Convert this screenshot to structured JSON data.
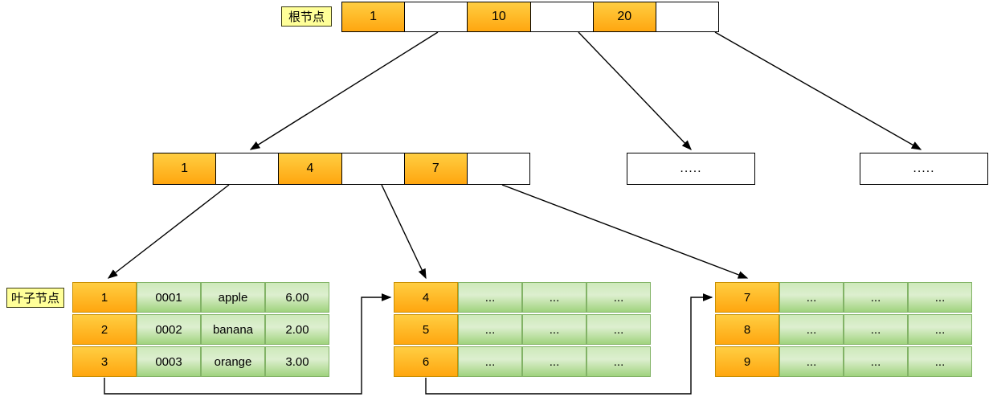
{
  "labels": {
    "root": "根节点",
    "leaf": "叶子节点"
  },
  "root_node": {
    "cells": [
      "1",
      "",
      "10",
      "",
      "20",
      ""
    ]
  },
  "internal_node": {
    "cells": [
      "1",
      "",
      "4",
      "",
      "7",
      ""
    ]
  },
  "ellipsis_nodes": [
    ".....",
    "....."
  ],
  "leaf_nodes": [
    {
      "rows": [
        [
          "1",
          "0001",
          "apple",
          "6.00"
        ],
        [
          "2",
          "0002",
          "banana",
          "2.00"
        ],
        [
          "3",
          "0003",
          "orange",
          "3.00"
        ]
      ]
    },
    {
      "rows": [
        [
          "4",
          "...",
          "...",
          "..."
        ],
        [
          "5",
          "...",
          "...",
          "..."
        ],
        [
          "6",
          "...",
          "...",
          "..."
        ]
      ]
    },
    {
      "rows": [
        [
          "7",
          "...",
          "...",
          "..."
        ],
        [
          "8",
          "...",
          "...",
          "..."
        ],
        [
          "9",
          "...",
          "...",
          "..."
        ]
      ]
    }
  ],
  "colors": {
    "orange_top": "#ffce42",
    "orange_bottom": "#ffa60f",
    "orange_border": "#c98f00",
    "green_top": "#cde9ba",
    "green_bottom": "#a0d37e",
    "green_border": "#82b366",
    "node_border": "#000000",
    "label_bg": "#ffff99",
    "label_border": "#3c3c14",
    "line": "#000000"
  }
}
